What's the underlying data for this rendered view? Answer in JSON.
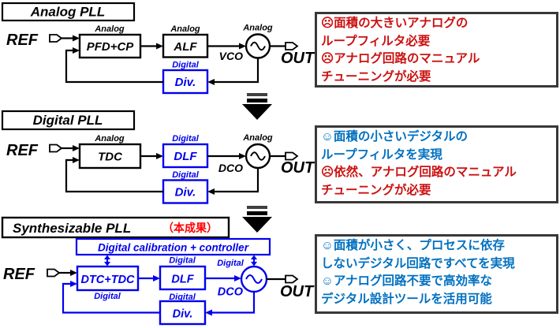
{
  "sections": {
    "analog": {
      "title": "Analog PLL",
      "ref": "REF",
      "out": "OUT",
      "block1": "PFD+CP",
      "block2": "ALF",
      "osc": "VCO",
      "div": "Div.",
      "tech_block1": "Analog",
      "tech_block2": "Analog",
      "tech_osc": "Analog",
      "tech_div": "Digital"
    },
    "digital": {
      "title": "Digital PLL",
      "ref": "REF",
      "out": "OUT",
      "block1": "TDC",
      "block2": "DLF",
      "osc": "DCO",
      "div": "Div.",
      "tech_block1": "Analog",
      "tech_block2": "Digital",
      "tech_osc": "Analog",
      "tech_div": "Digital"
    },
    "synth": {
      "title": "Synthesizable PLL",
      "badge": "（本成果）",
      "calibration": "Digital calibration + controller",
      "ref": "REF",
      "out": "OUT",
      "block1": "DTC+TDC",
      "block2": "DLF",
      "osc": "DCO",
      "div": "Div.",
      "tech_block1": "Digital",
      "tech_block2": "Digital",
      "tech_osc": "Digital",
      "tech_div": "Digital"
    }
  },
  "notes": {
    "analog": {
      "line1": "☹面積の大きいアナログの",
      "line2": "ループフィルタ必要",
      "line3": "☹アナログ回路のマニュアル",
      "line4": "チューニングが必要"
    },
    "digital": {
      "line1": "☺面積の小さいデジタルの",
      "line2": "ループフィルタを実現",
      "line3": "☹依然、アナログ回路のマニュアル",
      "line4": "チューニングが必要"
    },
    "synth": {
      "line1": "☺面積が小さく、プロセスに依存",
      "line2": "しないデジタル回路ですべてを実現",
      "line3": "☺アナログ回路不要で高効率な",
      "line4": "デジタル設計ツールを活用可能"
    }
  },
  "colors": {
    "diagram_blue": "#0000EE",
    "note_blue": "#0070C0",
    "note_red": "#CC1111",
    "badge_red": "#FF0000",
    "black": "#000000"
  }
}
